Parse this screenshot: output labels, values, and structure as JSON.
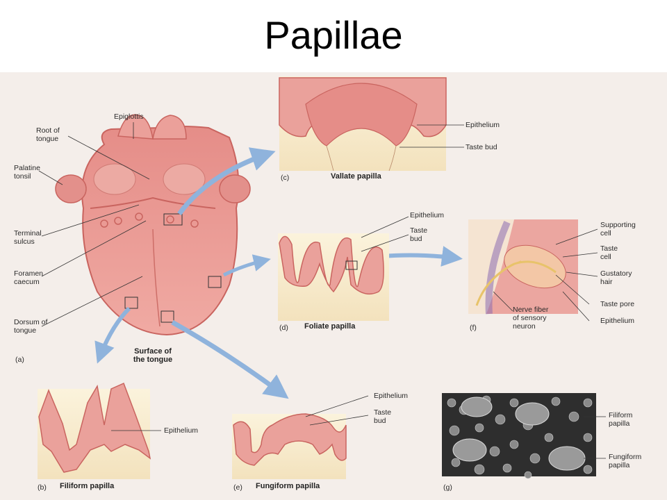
{
  "title": "Papillae",
  "panel_a": {
    "letter": "(a)",
    "caption": "Surface of\nthe tongue",
    "labels": {
      "epiglottis": "Epiglottis",
      "root": "Root of\ntongue",
      "palatine": "Palatine\ntonsil",
      "terminal": "Terminal\nsulcus",
      "foramen": "Foramen\ncaecum",
      "dorsum": "Dorsum of\ntongue"
    }
  },
  "panel_b": {
    "letter": "(b)",
    "caption": "Filiform papilla",
    "labels": {
      "epithelium": "Epithelium"
    }
  },
  "panel_c": {
    "letter": "(c)",
    "caption": "Vallate papilla",
    "labels": {
      "epithelium": "Epithelium",
      "taste_bud": "Taste bud"
    }
  },
  "panel_d": {
    "letter": "(d)",
    "caption": "Foliate papilla",
    "labels": {
      "epithelium": "Epithelium",
      "taste_bud": "Taste\nbud"
    }
  },
  "panel_e": {
    "letter": "(e)",
    "caption": "Fungiform papilla",
    "labels": {
      "epithelium": "Epithelium",
      "taste_bud": "Taste\nbud"
    }
  },
  "panel_f": {
    "letter": "(f)",
    "labels": {
      "supporting": "Supporting\ncell",
      "taste_cell": "Taste\ncell",
      "gustatory": "Gustatory\nhair",
      "taste_pore": "Taste pore",
      "epithelium": "Epithelium",
      "nerve": "Nerve fiber\nof sensory\nneuron"
    }
  },
  "panel_g": {
    "letter": "(g)",
    "labels": {
      "filiform": "Filiform\npapilla",
      "fungiform": "Fungiform\npapilla"
    }
  },
  "colors": {
    "tissue": "#e99a94",
    "tissue_dark": "#c9645f",
    "arrow": "#8fb3dc",
    "background": "#f4eeea",
    "connective": "#f6e8c8"
  }
}
